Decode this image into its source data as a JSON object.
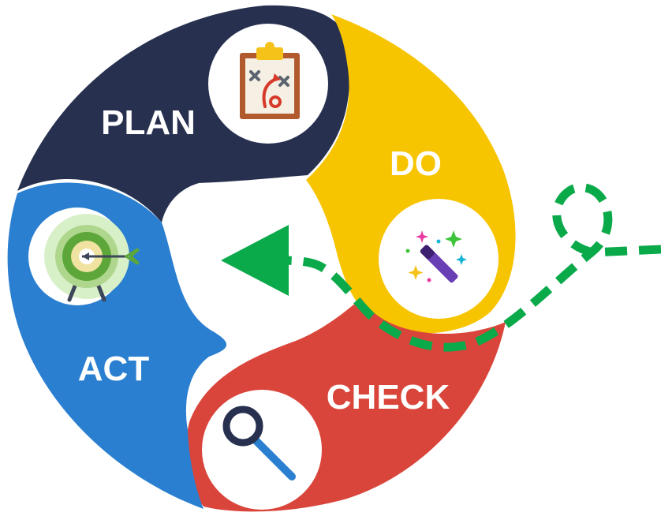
{
  "diagram": {
    "type": "cycle",
    "stages": [
      {
        "id": "plan",
        "label": "PLAN",
        "color": "#27304f",
        "icon": "clipboard-strategy-icon"
      },
      {
        "id": "do",
        "label": "DO",
        "color": "#f7c400",
        "icon": "magic-wand-icon"
      },
      {
        "id": "check",
        "label": "CHECK",
        "color": "#d9453b",
        "icon": "magnifier-icon"
      },
      {
        "id": "act",
        "label": "ACT",
        "color": "#2a7fd0",
        "icon": "target-arrow-icon"
      }
    ],
    "flow_color": "#0aa94a",
    "center_color": "#ffffff"
  }
}
